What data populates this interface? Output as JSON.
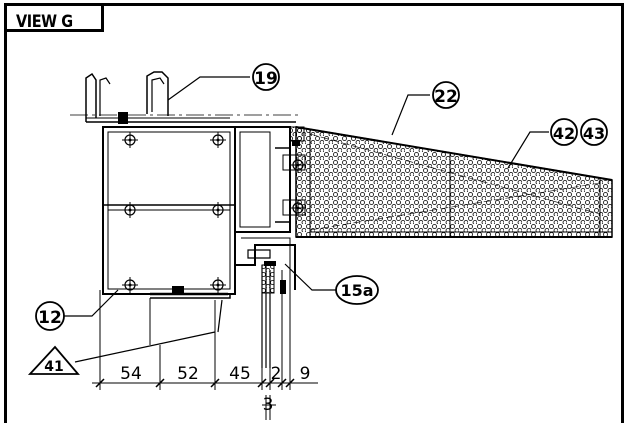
{
  "view_title": "VIEW G",
  "callouts": {
    "c19": "19",
    "c22": "22",
    "c42": "42",
    "c43": "43",
    "c12": "12",
    "c15a": "15a",
    "c41": "41"
  },
  "dimensions": [
    "54",
    "52",
    "45",
    "2",
    "9",
    "3"
  ],
  "colors": {
    "line": "#000000",
    "background": "#ffffff"
  }
}
